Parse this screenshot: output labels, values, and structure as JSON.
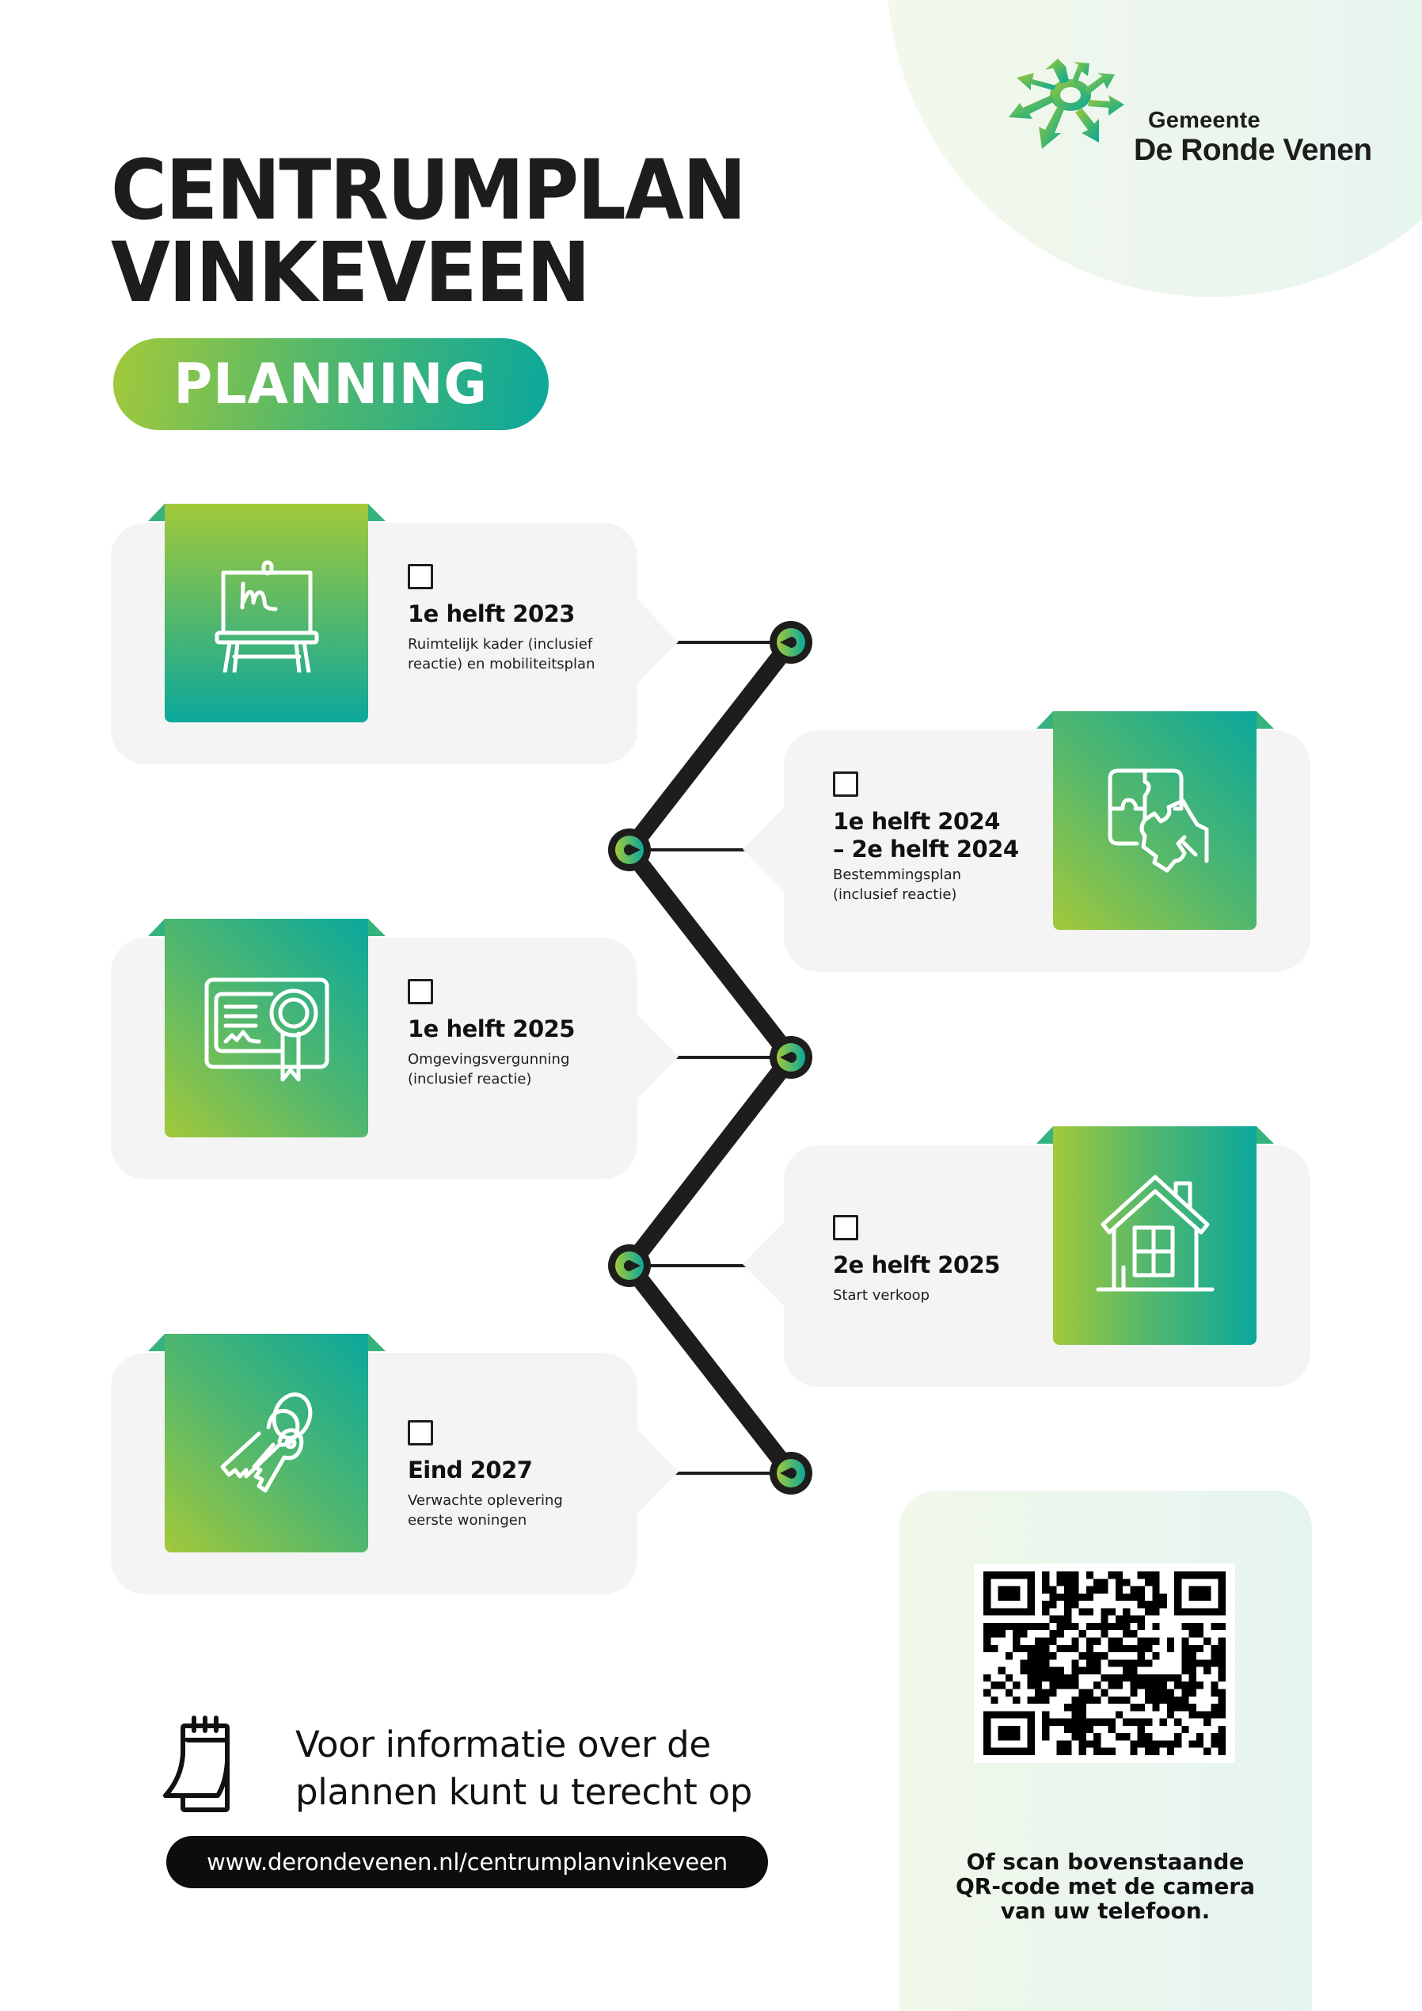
{
  "header": {
    "title_line1": "CENTRUMPLAN",
    "title_line2": "VINKEVEEN",
    "badge": "PLANNING"
  },
  "logo": {
    "line1": "Gemeente",
    "line2": "De Ronde Venen",
    "icon": "star-arrows-logo-icon"
  },
  "colors": {
    "gradient_start": "#a3c93a",
    "gradient_mid": "#56b86b",
    "gradient_end": "#0aa89c",
    "card_bg": "#f4f4f4",
    "text": "#1d1d1b",
    "timeline": "#1d1d1b"
  },
  "timeline": {
    "items": [
      {
        "when": "1e helft 2023",
        "desc_line1": "Ruimtelijk kader (inclusief",
        "desc_line2": "reactie) en mobiliteitsplan",
        "icon": "easel-presentation-icon",
        "checked": false
      },
      {
        "when": "1e helft 2024",
        "when_line2": "– 2e helft 2024",
        "desc_line1": "Bestemmingsplan",
        "desc_line2": "(inclusief reactie)",
        "icon": "puzzle-hand-icon",
        "checked": false
      },
      {
        "when": "1e helft 2025",
        "desc_line1": "Omgevingsvergunning",
        "desc_line2": "(inclusief reactie)",
        "icon": "certificate-icon",
        "checked": false
      },
      {
        "when": "2e helft 2025",
        "desc_line1": "Start verkoop",
        "icon": "house-icon",
        "checked": false
      },
      {
        "when": "Eind 2027",
        "desc_line1": "Verwachte oplevering",
        "desc_line2": "eerste woningen",
        "icon": "keys-icon",
        "checked": false
      }
    ]
  },
  "info": {
    "line1": "Voor informatie over de",
    "line2": "plannen kunt u terecht op",
    "url": "www.derondevenen.nl/centrumplanvinkeveen",
    "icon": "calendar-icon"
  },
  "qr": {
    "caption_line1": "Of scan bovenstaande",
    "caption_line2": "QR-code met de camera",
    "caption_line3": "van uw telefoon.",
    "icon": "qr-code"
  }
}
